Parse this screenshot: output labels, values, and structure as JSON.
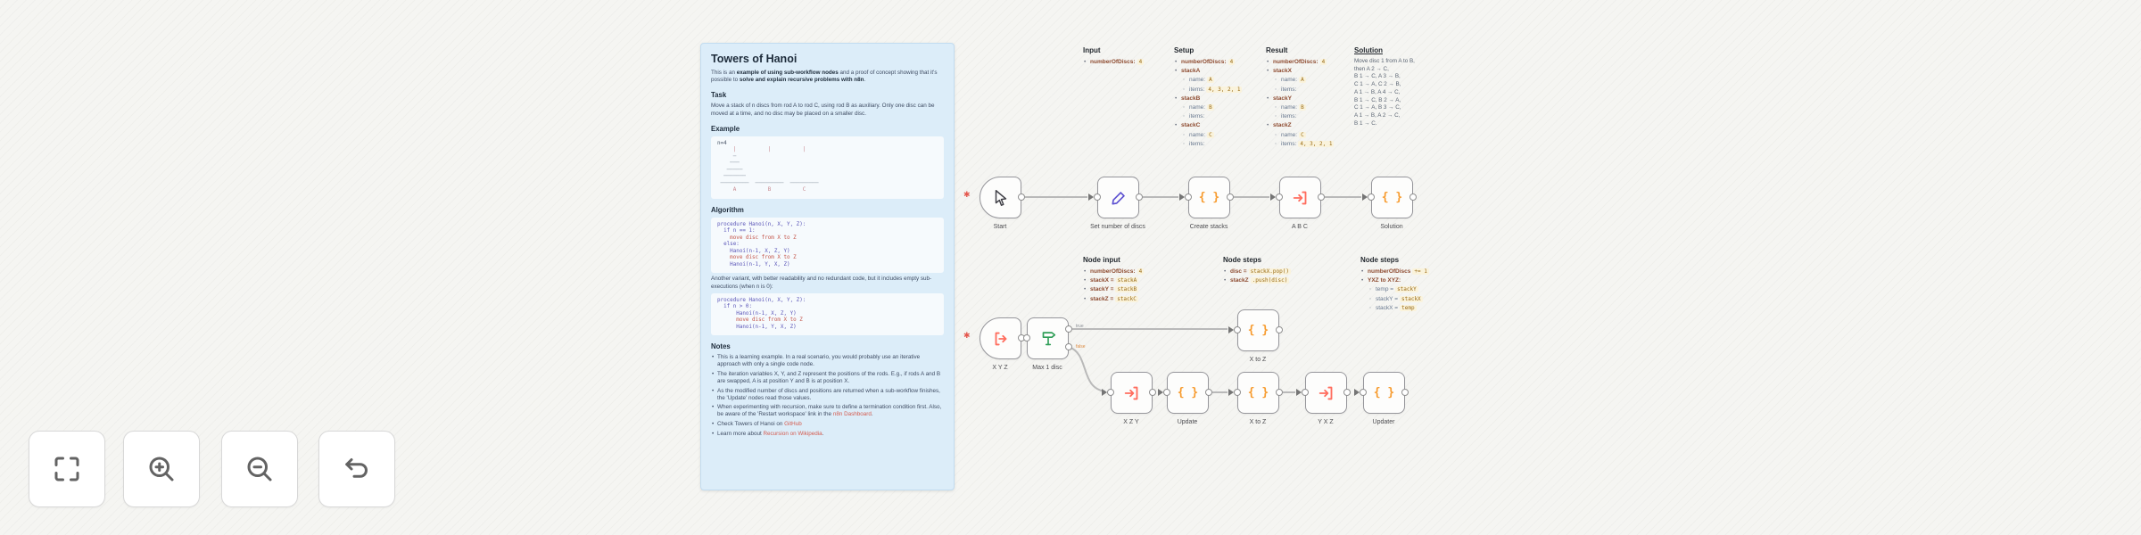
{
  "sticky": {
    "title": "Towers of Hanoi",
    "intro": {
      "p1": "This is an ",
      "b1": "example of using sub-workflow nodes",
      "p2": " and a proof of concept showing that it's possible to ",
      "b2": "solve and explain recursive problems with n8n",
      "p3": "."
    },
    "task_heading": "Task",
    "task_text": "Move a stack of n discs from rod A to rod C, using rod B as auxiliary. Only one disc can be moved at a time, and no disc may be placed on a smaller disc.",
    "example_heading": "Example",
    "example_art": [
      {
        "t": "n=4",
        "cls": "dim"
      },
      {
        "t": "     |          |          |",
        "cls": "rose"
      },
      {
        "t": "     ─"
      },
      {
        "t": "    ───"
      },
      {
        "t": "   ─────"
      },
      {
        "t": "  ───────"
      },
      {
        "t": " ─────────  ─────────  ─────────"
      },
      {
        "t": "     A          B          C",
        "cls": "rose"
      }
    ],
    "algorithm_heading": "Algorithm",
    "alg1": [
      {
        "t": "procedure Hanoi(n, X, Y, Z):"
      },
      {
        "t": "  if n == 1:"
      },
      {
        "t": "    move disc from X to Z",
        "cls": "red"
      },
      {
        "t": "  else:"
      },
      {
        "t": "    Hanoi(n-1, X, Z, Y)"
      },
      {
        "t": "    move disc from X to Z",
        "cls": "red"
      },
      {
        "t": "    Hanoi(n-1, Y, X, Z)"
      }
    ],
    "variant_text": "Another variant, with better readability and no redundant code, but it includes empty sub-executions (when n is 0):",
    "alg2": [
      {
        "t": "procedure Hanoi(n, X, Y, Z):"
      },
      {
        "t": "  if n > 0:"
      },
      {
        "t": "      Hanoi(n-1, X, Z, Y)"
      },
      {
        "t": "      move disc from X to Z",
        "cls": "red"
      },
      {
        "t": "      Hanoi(n-1, Y, X, Z)"
      }
    ],
    "notes_heading": "Notes",
    "notes": [
      {
        "text": "This is a learning example. In a real scenario, you would probably use an iterative approach with only a single code node."
      },
      {
        "text": "The iteration variables X, Y, and Z represent the positions of the rods. E.g., if rods A and B are swapped, A is at position Y and B is at position X."
      },
      {
        "text": "As the modified number of discs and positions are returned when a sub-workflow finishes, the 'Update' nodes read those values."
      },
      {
        "text": "When experimenting with recursion, make sure to define a termination condition first. Also, be aware of the 'Restart workspace' link in the ",
        "link": "n8n Dashboard",
        "suffix": "."
      },
      {
        "text": "Check Towers of Hanoi on ",
        "link": "GitHub"
      },
      {
        "text": "Learn more about ",
        "link": "Recursion on Wikipedia",
        "suffix": "."
      }
    ]
  },
  "annotations": {
    "input": {
      "title": "Input",
      "rows": [
        {
          "k": "numberOfDiscs:",
          "v": "4"
        }
      ]
    },
    "setup": {
      "title": "Setup",
      "rows": [
        {
          "k": "numberOfDiscs:",
          "v": "4"
        },
        {
          "k": "stackA"
        },
        {
          "k": "name:",
          "v": "A",
          "lvl": 1
        },
        {
          "k": "items:",
          "v": "4, 3, 2, 1",
          "lvl": 1
        },
        {
          "k": "stackB"
        },
        {
          "k": "name:",
          "v": "B",
          "lvl": 1
        },
        {
          "k": "items:",
          "lvl": 1
        },
        {
          "k": "stackC"
        },
        {
          "k": "name:",
          "v": "C",
          "lvl": 1
        },
        {
          "k": "items:",
          "lvl": 1
        }
      ]
    },
    "result": {
      "title": "Result",
      "rows": [
        {
          "k": "numberOfDiscs:",
          "v": "4"
        },
        {
          "k": "stackX"
        },
        {
          "k": "name:",
          "v": "A",
          "lvl": 1
        },
        {
          "k": "items:",
          "lvl": 1
        },
        {
          "k": "stackY"
        },
        {
          "k": "name:",
          "v": "B",
          "lvl": 1
        },
        {
          "k": "items:",
          "lvl": 1
        },
        {
          "k": "stackZ"
        },
        {
          "k": "name:",
          "v": "C",
          "lvl": 1
        },
        {
          "k": "items:",
          "v": "4, 3, 2, 1",
          "lvl": 1
        }
      ]
    },
    "solution": {
      "title": "Solution",
      "lines": [
        "Move disc 1 from A to B,",
        "then A 2 → C,",
        "B 1 → C, A 3 → B,",
        "C 1 → A, C 2 → B,",
        "A 1 → B, A 4 → C,",
        "B 1 → C, B 2 → A,",
        "C 1 → A, B 3 → C,",
        "A 1 → B, A 2 → C,",
        "B 1 → C."
      ]
    },
    "node_input": {
      "title": "Node input",
      "rows": [
        {
          "k": "numberOfDiscs:",
          "v": "4"
        },
        {
          "k": "stackX =",
          "v": "stackA"
        },
        {
          "k": "stackY =",
          "v": "stackB"
        },
        {
          "k": "stackZ =",
          "v": "stackC"
        }
      ]
    },
    "node_steps_move": {
      "title": "Node steps",
      "rows": [
        {
          "k": "disc =",
          "v": "stackX.pop()"
        },
        {
          "k": "stackZ",
          "v": ".push(disc)"
        }
      ]
    },
    "node_steps_update": {
      "title": "Node steps",
      "rows": [
        {
          "k": "numberOfDiscs",
          "v": "+= 1"
        },
        {
          "k": "YXZ to XYZ:"
        },
        {
          "k": "temp =",
          "v": "stackY",
          "lvl": 1
        },
        {
          "k": "stackY =",
          "v": "stackX",
          "lvl": 1
        },
        {
          "k": "stackX =",
          "v": "temp",
          "lvl": 1
        }
      ]
    }
  },
  "workflow": {
    "marker": "✱",
    "if_outputs": [
      "true",
      "false"
    ],
    "nodes": [
      {
        "label": "Start",
        "icon": "cursor-icon"
      },
      {
        "label": "Set number of discs",
        "icon": "pencil-icon"
      },
      {
        "label": "Create stacks",
        "icon": "code-braces-icon"
      },
      {
        "label": "A B C",
        "icon": "execute-workflow-icon"
      },
      {
        "label": "Solution",
        "icon": "code-braces-icon"
      },
      {
        "label": "X Y Z",
        "icon": "execute-workflow-trigger-icon"
      },
      {
        "label": "Max 1 disc",
        "icon": "if-signpost-icon"
      },
      {
        "label": "X to Z",
        "icon": "code-braces-icon"
      },
      {
        "label": "X Z Y",
        "icon": "execute-workflow-icon"
      },
      {
        "label": "Update",
        "icon": "code-braces-icon"
      },
      {
        "label": "X to Z",
        "icon": "code-braces-icon"
      },
      {
        "label": "Y X Z",
        "icon": "execute-workflow-icon"
      },
      {
        "label": "Updater",
        "icon": "code-braces-icon"
      }
    ]
  },
  "icons": {
    "code_braces": "{ }"
  },
  "toolbar": {
    "buttons": [
      {
        "name": "zoom-to-fit",
        "icon": "fit-view-icon"
      },
      {
        "name": "zoom-in",
        "icon": "zoom-in-icon"
      },
      {
        "name": "zoom-out",
        "icon": "zoom-out-icon"
      },
      {
        "name": "reset-zoom",
        "icon": "undo-icon"
      }
    ]
  },
  "colors": {
    "code_orange": "#f79b2e",
    "exec_red": "#ff6d5e",
    "if_green": "#2f9e57",
    "set_violet": "#5b4fd0",
    "sticky_blue": "#dcedf9",
    "link_red": "#d45b4f",
    "marker_red": "#e4574d"
  }
}
